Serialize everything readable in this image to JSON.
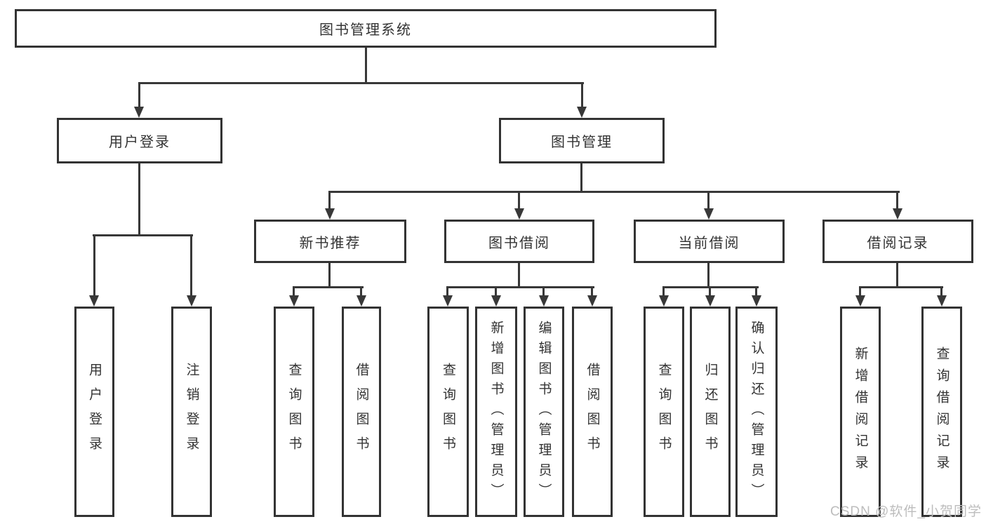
{
  "title": "图书管理系统",
  "colors": {
    "line": "#383838",
    "box_border": "#333333",
    "text": "#333333",
    "watermark_text": "#bdbdbd"
  },
  "watermark": {
    "text": "CSDN @软件_小贺同学"
  },
  "tree": {
    "root": {
      "label": "图书管理系统"
    },
    "branches": [
      {
        "label": "用户登录",
        "leaves": [
          {
            "label": "用户登录"
          },
          {
            "label": "注销登录"
          }
        ]
      },
      {
        "label": "图书管理",
        "groups": [
          {
            "label": "新书推荐",
            "leaves": [
              {
                "label": "查询图书"
              },
              {
                "label": "借阅图书"
              }
            ]
          },
          {
            "label": "图书借阅",
            "leaves": [
              {
                "label": "查询图书"
              },
              {
                "label": "新增图书（管理员）"
              },
              {
                "label": "编辑图书（管理员）"
              },
              {
                "label": "借阅图书"
              }
            ]
          },
          {
            "label": "当前借阅",
            "leaves": [
              {
                "label": "查询图书"
              },
              {
                "label": "归还图书"
              },
              {
                "label": "确认归还（管理员）"
              }
            ]
          },
          {
            "label": "借阅记录",
            "leaves": [
              {
                "label": "新增借阅记录"
              },
              {
                "label": "查询借阅记录"
              }
            ]
          }
        ]
      }
    ]
  }
}
